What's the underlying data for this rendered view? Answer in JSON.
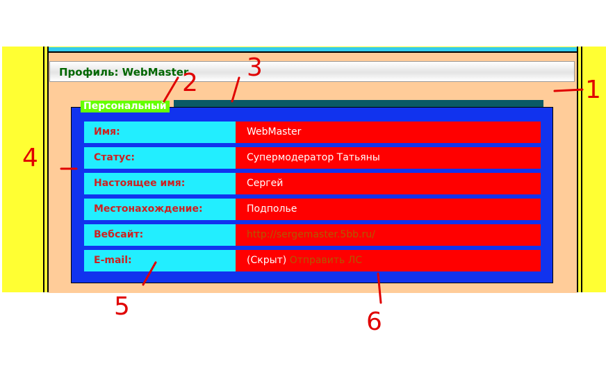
{
  "profile": {
    "title": "Профиль: WebMaster"
  },
  "section": {
    "tab_label": "Персональный"
  },
  "rows": [
    {
      "label": "Имя:",
      "value": "WebMaster"
    },
    {
      "label": "Статус:",
      "value": "Супермодератор Татьяны"
    },
    {
      "label": "Настоящее имя:",
      "value": "Сергей"
    },
    {
      "label": "Местонахождение:",
      "value": "Подполье"
    },
    {
      "label": "Вебсайт:",
      "value": "http://sergemaster.5bb.ru/"
    },
    {
      "label": "E-mail:",
      "value_prefix": "(Скрыт)",
      "value_link": "Отправить ЛС"
    }
  ],
  "annotations": [
    "1",
    "2",
    "3",
    "4",
    "5",
    "6"
  ],
  "colors": {
    "frame": "#ffff33",
    "page": "#ffcc99",
    "section_bg": "#1133ee",
    "label_bg": "#22eeff",
    "value_bg": "#ff0000",
    "tab_bg": "#66ff00",
    "title_text": "#006600",
    "label_text": "#cc2222",
    "annotation": "#e00000"
  }
}
